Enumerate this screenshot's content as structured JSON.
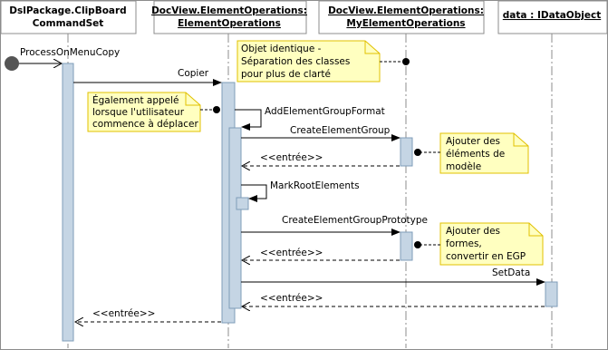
{
  "diagram": {
    "lifelines": [
      {
        "line1": "DslPackage.ClipBoard",
        "line2": "CommandSet",
        "underline": false
      },
      {
        "line1": "DocView.ElementOperations:",
        "line2": "ElementOperations",
        "underline": true
      },
      {
        "line1": "DocView.ElementOperations:",
        "line2": "MyElementOperations",
        "underline": true
      },
      {
        "line1": "data : IDataObject",
        "line2": "",
        "underline": true
      }
    ],
    "messages": {
      "process": "ProcessOnMenuCopy",
      "copier": "Copier",
      "add_group_format": "AddElementGroupFormat",
      "create_group": "CreateElementGroup",
      "entree_1": "<<entrée>>",
      "mark_root": "MarkRootElements",
      "create_prototype": "CreateElementGroupPrototype",
      "entree_2": "<<entrée>>",
      "set_data": "SetData",
      "entree_3": "<<entrée>>",
      "entree_4": "<<entrée>>"
    },
    "notes": {
      "identical": [
        "Objet identique -",
        "Séparation des classes",
        "pour plus de clarté"
      ],
      "also_called": [
        "Également appelé",
        "lorsque l'utilisateur",
        "commence à déplacer"
      ],
      "add_elements": [
        "Ajouter des",
        "éléments de",
        "modèle"
      ],
      "add_shapes": [
        "Ajouter des",
        "formes,",
        "convertir en EGP"
      ]
    },
    "colors": {
      "header_bg": "#ffffff",
      "border": "#8c8c8c",
      "activation": "#c5d5e4",
      "note_bg": "#ffffc0",
      "note_border": "#e0c000"
    }
  }
}
